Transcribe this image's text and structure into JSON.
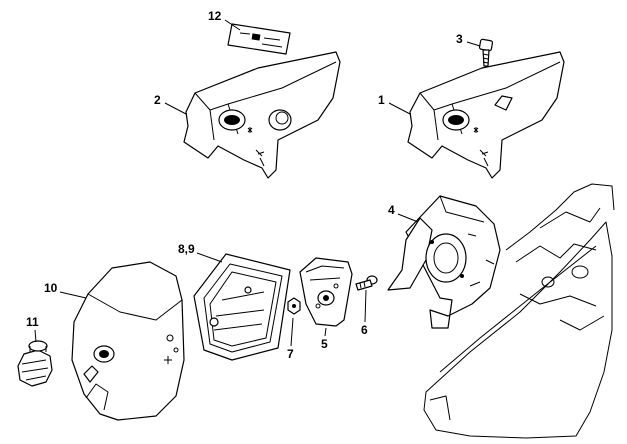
{
  "figure": {
    "type": "exploded parts diagram",
    "callouts": [
      {
        "id": "c1",
        "label": "1",
        "part": "shroud"
      },
      {
        "id": "c2",
        "label": "2",
        "part": "shroud"
      },
      {
        "id": "c3",
        "label": "3",
        "part": "screw"
      },
      {
        "id": "c4",
        "label": "4",
        "part": "carburetor box"
      },
      {
        "id": "c5",
        "label": "5",
        "part": "filter holder"
      },
      {
        "id": "c6",
        "label": "6",
        "part": "screw"
      },
      {
        "id": "c7",
        "label": "7",
        "part": "nut"
      },
      {
        "id": "c89",
        "label": "8,9",
        "part": "air filter"
      },
      {
        "id": "c10",
        "label": "10",
        "part": "filter cover"
      },
      {
        "id": "c11",
        "label": "11",
        "part": "twist lock knob"
      },
      {
        "id": "c12",
        "label": "12",
        "part": "label"
      }
    ]
  }
}
